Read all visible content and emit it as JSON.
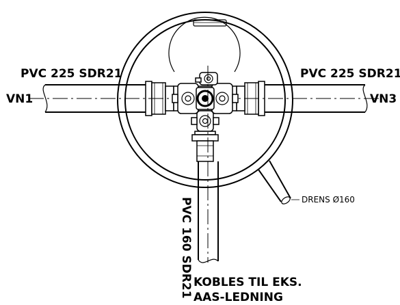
{
  "labels": {
    "pipe_left": "PVC 225 SDR21",
    "pipe_right": "PVC 225 SDR21",
    "node_left": "VN1",
    "node_right": "VN3",
    "pipe_bottom": "PVC 160 SDR21",
    "drain": "DRENS Ø160",
    "connect_line1": "KOBLES TIL EKS.",
    "connect_line2": "AAS-LEDNING"
  }
}
